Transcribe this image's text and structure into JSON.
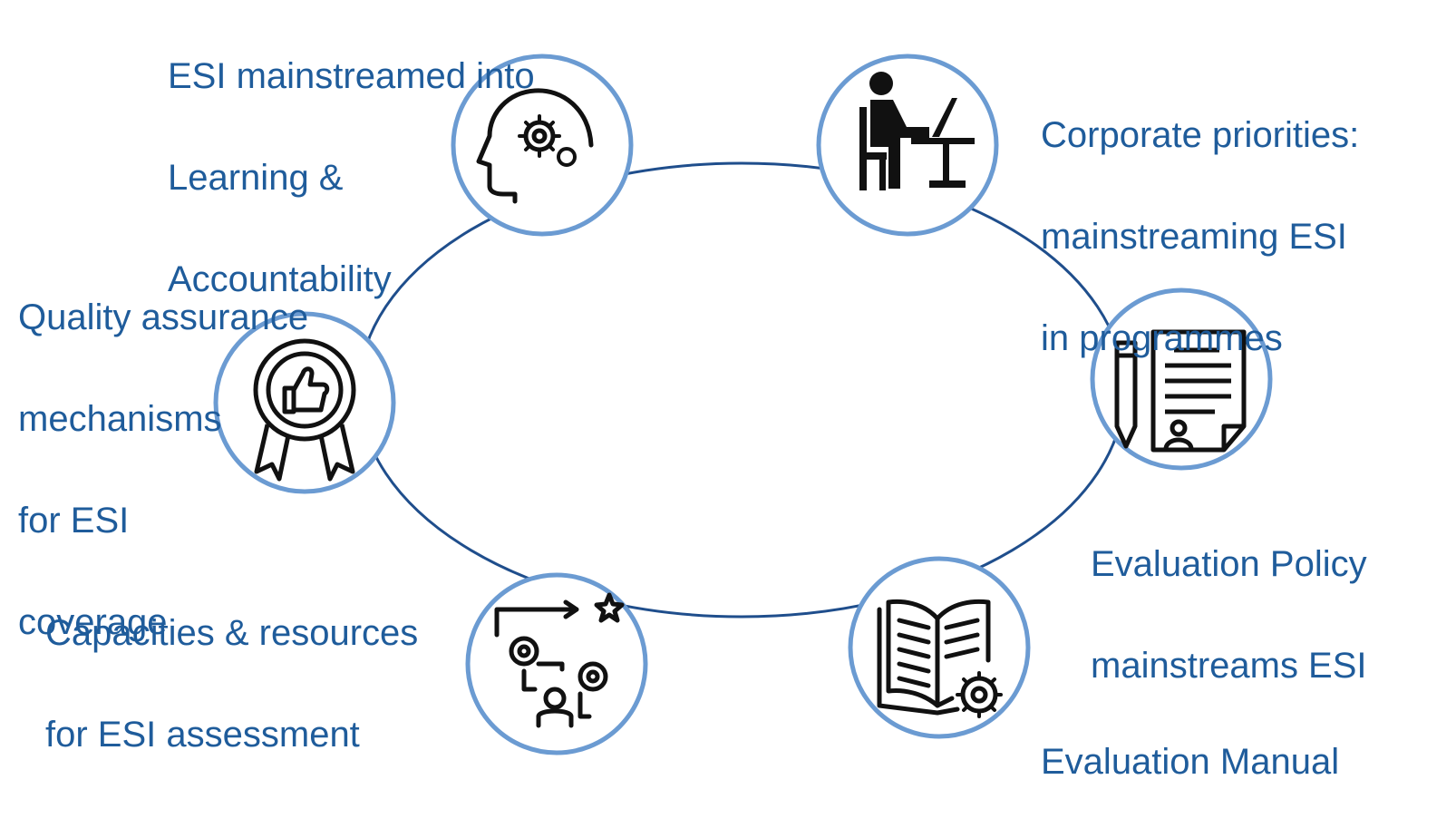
{
  "colors": {
    "ellipse_stroke": "#1f4e8c",
    "circle_stroke": "#6b9bd2",
    "label_text": "#1f5c9b",
    "icon": "#111111"
  },
  "nodes": [
    {
      "id": "learning",
      "icon": "head-gears-icon",
      "lines": [
        "ESI mainstreamed into",
        "Learning &",
        "Accountability"
      ]
    },
    {
      "id": "corporate",
      "icon": "person-at-desk-icon",
      "lines": [
        "Corporate priorities:",
        "mainstreaming ESI",
        "in programmes"
      ]
    },
    {
      "id": "quality",
      "icon": "award-thumbs-up-icon",
      "lines": [
        "Quality assurance",
        "mechanisms",
        "for ESI",
        "coverage"
      ]
    },
    {
      "id": "policy",
      "icon": "pencil-document-icon",
      "lines": [
        "Evaluation Policy",
        "mainstreams ESI"
      ]
    },
    {
      "id": "capacities",
      "icon": "gears-process-person-icon",
      "lines": [
        "Capacities & resources",
        "for ESI assessment"
      ]
    },
    {
      "id": "manual",
      "icon": "open-book-gear-icon",
      "lines": [
        "Evaluation Manual"
      ]
    }
  ]
}
